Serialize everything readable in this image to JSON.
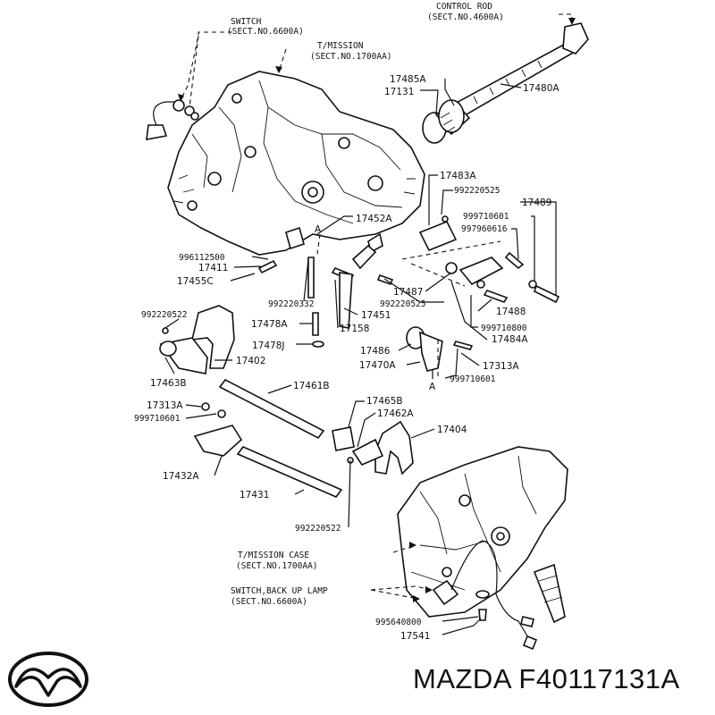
{
  "labels": {
    "control_rod": "CONTROL ROD",
    "control_rod_sect": "(SECT.NO.4600A)",
    "switch_top": "SWITCH",
    "switch_top_sect": "(SECT.NO.6600A)",
    "tmission_top": "T/MISSION",
    "tmission_top_sect": "(SECT.NO.1700AA)",
    "p17485A": "17485A",
    "p17131": "17131",
    "p17480A": "17480A",
    "p17483A": "17483A",
    "p992220525a": "992220525",
    "p17489": "17489",
    "p999710601a": "999710601",
    "p997960616": "997960616",
    "p17452A": "17452A",
    "markA1": "A",
    "p996112500": "996112500",
    "p17411": "17411",
    "p17455C": "17455C",
    "p992220332": "992220332",
    "p17487": "17487",
    "p992220525b": "992220525",
    "p17488": "17488",
    "p992220522a": "992220522",
    "p17478A": "17478A",
    "p17451": "17451",
    "p999710800": "999710800",
    "p17158": "17158",
    "p17484A": "17484A",
    "p17478J": "17478J",
    "p17486": "17486",
    "p17402": "17402",
    "p17470A": "17470A",
    "p17313Aa": "17313A",
    "p999710601b": "999710601",
    "markA2": "A",
    "p17463B": "17463B",
    "p17461B": "17461B",
    "p17465B": "17465B",
    "p17313Ab": "17313A",
    "p17462A": "17462A",
    "p999710601c": "999710601",
    "p17404": "17404",
    "p17432A": "17432A",
    "p17431": "17431",
    "p992220522b": "992220522",
    "tmission_case": "T/MISSION CASE",
    "tmission_case_sect": "(SECT.NO.1700AA)",
    "switch_backup": "SWITCH,BACK UP LAMP",
    "switch_backup_sect": "(SECT.NO.6600A)",
    "p995640800": "995640800",
    "p17541": "17541"
  },
  "brand": {
    "name": "MAZDA F40117131A",
    "logo": "mazda-logo-icon"
  }
}
